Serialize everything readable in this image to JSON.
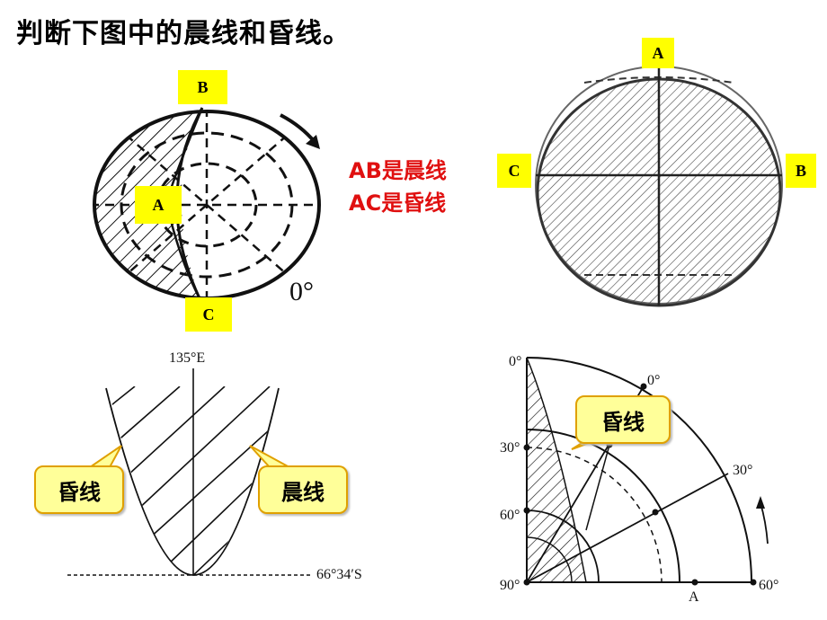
{
  "title": "判断下图中的晨线和昏线。",
  "answer": {
    "line1": "AB是晨线",
    "line2": "AC是昏线"
  },
  "fig1": {
    "label_a": "A",
    "label_b": "B",
    "label_c": "C",
    "angle": "0°"
  },
  "fig2": {
    "label_a": "A",
    "label_b": "B",
    "label_c": "C"
  },
  "fig3": {
    "longitude": "135°E",
    "latitude": "66°34′S",
    "callout_left": "昏线",
    "callout_right": "晨线"
  },
  "fig4": {
    "callout": "昏线",
    "lat_0": "0°",
    "lat_30": "30°",
    "lat_60": "60°",
    "lat_90": "90°",
    "arc_0": "0°",
    "arc_30": "30°",
    "arc_60": "60°",
    "point_a": "A"
  },
  "colors": {
    "answer_red": "#e01010",
    "label_yellow": "#ffff00",
    "callout_fill": "#ffff99",
    "callout_border": "#e0a000"
  }
}
